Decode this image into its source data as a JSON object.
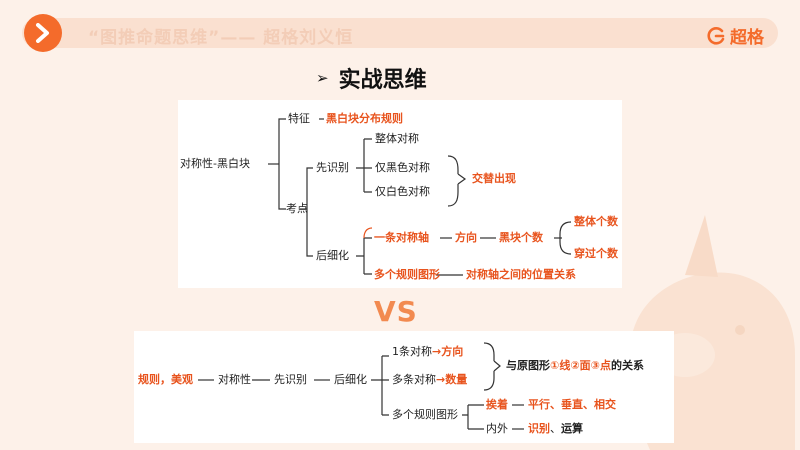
{
  "header": {
    "title": "“图推命题思维”—— 超格刘义恒",
    "logo_text": "超格",
    "nav_icon": "chevron-right-icon"
  },
  "heading": {
    "marker": "➢",
    "text": "实战思维"
  },
  "diagram1": {
    "root": "对称性-黑白块",
    "feature_label": "特征",
    "feature_value": "黑白块分布规则",
    "exam_points": "考点",
    "identify_first": "先识别",
    "whole_symmetry": "整体对称",
    "black_only": "仅黑色对称",
    "white_only": "仅白色对称",
    "alternate": "交替出现",
    "refine_later": "后细化",
    "one_axis": "一条对称轴",
    "direction": "方向",
    "black_count": "黑块个数",
    "whole_count": "整体个数",
    "cross_count": "穿过个数",
    "multi_figure": "多个规则图形",
    "axis_relation": "对称轴之间的位置关系"
  },
  "vs_label": "VS",
  "diagram2": {
    "root": "规则，美观",
    "symmetry": "对称性",
    "identify_first": "先识别",
    "refine_later": "后细化",
    "one_axis_prefix": "1条对称",
    "one_axis_arrow": "→",
    "one_axis_value": "方向",
    "multi_axis_prefix": "多条对称",
    "multi_axis_arrow": "→",
    "multi_axis_value": "数量",
    "relation_prefix": "与原图形",
    "relation_red": "①线②面③点",
    "relation_suffix": "的关系",
    "multi_figure": "多个规则图形",
    "adjacent": "挨着",
    "adjacent_items": "平行、垂直、相交",
    "inside_outside": "内外",
    "io_red": "识别",
    "io_sep": "、",
    "io_black": "运算"
  }
}
